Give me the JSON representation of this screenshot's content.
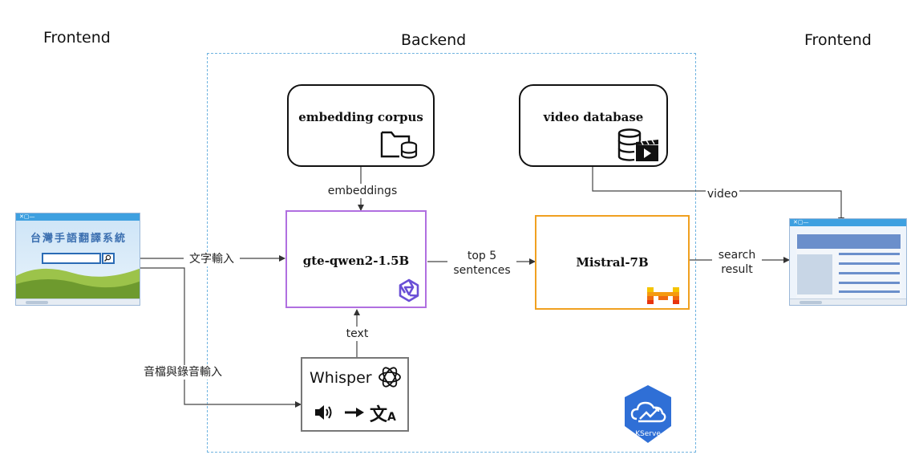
{
  "sections": {
    "frontend_left": "Frontend",
    "backend": "Backend",
    "frontend_right": "Frontend"
  },
  "nodes": {
    "embedding_corpus": {
      "label": "embedding corpus",
      "icon": "folder-database-icon"
    },
    "video_database": {
      "label": "video database",
      "icon": "database-video-icon"
    },
    "gte": {
      "label": "gte-qwen2-1.5B",
      "icon": "qwen-logo-icon",
      "border_color": "#b06fe0"
    },
    "mistral": {
      "label": "Mistral-7B",
      "icon": "mistral-logo-icon",
      "border_color": "#f0a020"
    },
    "whisper": {
      "label": "Whisper",
      "icon": "openai-logo-icon"
    },
    "kserve": {
      "label": "KServe",
      "icon": "kserve-logo-icon",
      "color": "#2f6fd6"
    }
  },
  "frontend_app": {
    "title": "台灣手語翻譯系統"
  },
  "edges": {
    "text_input": "文字輸入",
    "audio_input": "音檔與錄音輸入",
    "embeddings": "embeddings",
    "text": "text",
    "top5_line1": "top 5",
    "top5_line2": "sentences",
    "video": "video",
    "search_line1": "search",
    "search_line2": "result"
  }
}
